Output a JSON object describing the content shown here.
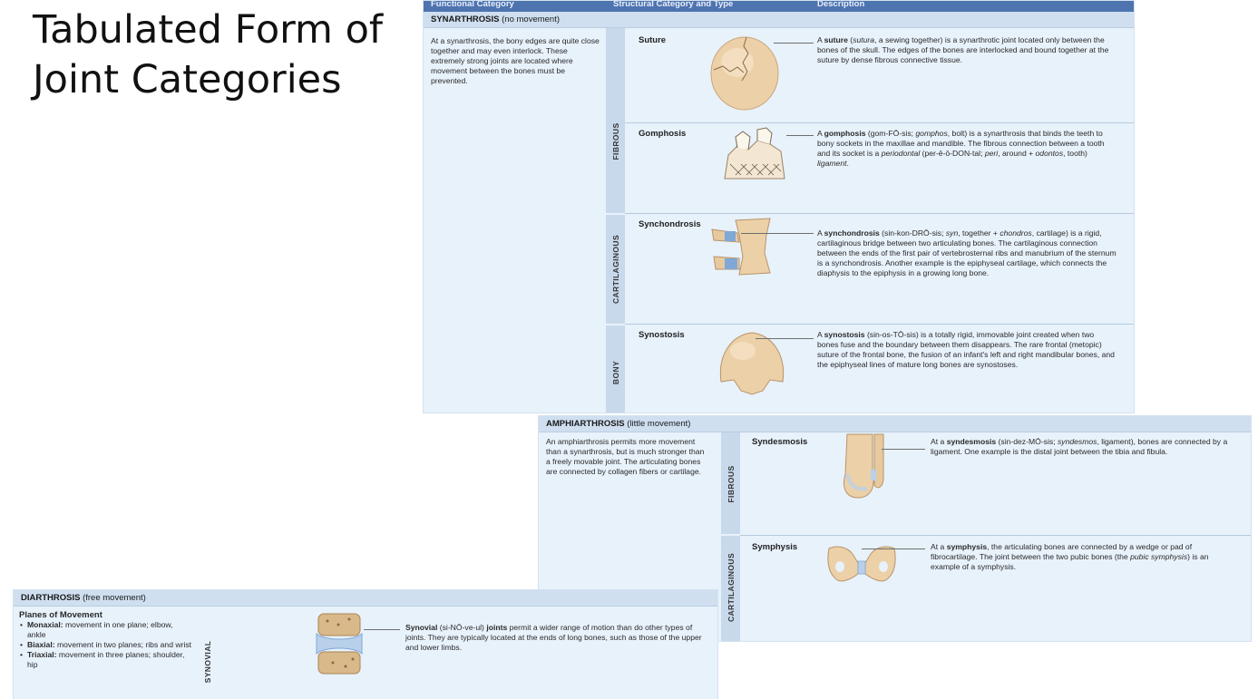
{
  "slide": {
    "title": "Tabulated Form of Joint Categories"
  },
  "table1": {
    "headers": {
      "functional": "Functional Category",
      "structural": "Structural Category and Type",
      "description": "Description"
    },
    "section_name": "SYNARTHROSIS",
    "section_note": "(no movement)",
    "summary": "At a synarthrosis, the bony edges are quite close together and may even interlock. These extremely strong joints are located where movement between the bones must be prevented.",
    "groups": {
      "fibrous": "FIBROUS",
      "cartilaginous": "CARTILAGINOUS",
      "bony": "BONY"
    },
    "rows": {
      "suture": {
        "name": "Suture",
        "d1": "A ",
        "term": "suture",
        "d2": " (",
        "etym": "sutura",
        "d3": ", a sewing together) is a synarthrotic joint located only between the bones of the skull. The edges of the bones are interlocked and bound together at the suture by dense fibrous connective tissue."
      },
      "gomphosis": {
        "name": "Gomphosis",
        "d1": "A ",
        "term": "gomphosis",
        "d2": " (gom-FŌ-sis; ",
        "etym": "gomphos",
        "d3": ", bolt) is a synarthrosis that binds the teeth to bony sockets in the maxillae and mandible. The fibrous connection between a tooth and its socket is a ",
        "term2": "periodontal",
        "d4": " (per-ē-ō-DON-tal; ",
        "etym2": "peri",
        "d5": ", around + ",
        "etym3": "odontos",
        "d6": ", tooth) ",
        "term3": "ligament",
        "d7": "."
      },
      "synchondrosis": {
        "name": "Synchondrosis",
        "d1": "A ",
        "term": "synchondrosis",
        "d2": " (sin-kon-DRŌ-sis; ",
        "etym": "syn",
        "d3": ", together + ",
        "etym2": "chondros",
        "d4": ", cartilage) is a rigid, cartilaginous bridge between two articulating bones. The cartilaginous connection between the ends of the first pair of vertebrosternal ribs and manubrium of the sternum is a synchondrosis. Another example is the epiphyseal cartilage, which connects the diaphysis to the epiphysis in a growing long bone."
      },
      "synostosis": {
        "name": "Synostosis",
        "d1": "A ",
        "term": "synostosis",
        "d2": " (sin-os-TŌ-sis) is a totally rigid, immovable joint created when two bones fuse and the boundary between them disappears. The rare frontal (metopic) suture of the frontal bone, the fusion of an infant's left and right mandibular bones, and the epiphyseal lines of mature long bones are synostoses."
      }
    }
  },
  "table2": {
    "section_name": "AMPHIARTHROSIS",
    "section_note": "(little movement)",
    "summary": "An amphiarthrosis permits more movement than a synarthrosis, but is much stronger than a freely movable joint. The articulating bones are connected by collagen fibers or cartilage.",
    "groups": {
      "fibrous": "FIBROUS",
      "cartilaginous": "CARTILAGINOUS"
    },
    "rows": {
      "syndesmosis": {
        "name": "Syndesmosis",
        "d1": "At a ",
        "term": "syndesmosis",
        "d2": " (sin-dez-MŌ-sis; ",
        "etym": "syndesmos",
        "d3": ", ligament), bones are connected by a ligament. One example is the distal joint between the tibia and fibula."
      },
      "symphysis": {
        "name": "Symphysis",
        "d1": "At a ",
        "term": "symphysis",
        "d2": ", the articulating bones are connected by a wedge or pad of fibrocartilage. The joint between the two pubic bones (the ",
        "etym": "pubic symphysis",
        "d3": ") is an example of a symphysis."
      }
    }
  },
  "table3": {
    "section_name": "DIARTHROSIS",
    "section_note": "(free movement)",
    "planes_title": "Planes of Movement",
    "planes": [
      {
        "term": "Monaxial:",
        "text": " movement in one plane; elbow, ankle"
      },
      {
        "term": "Biaxial:",
        "text": " movement in two planes; ribs and wrist"
      },
      {
        "term": "Triaxial:",
        "text": " movement in three planes; shoulder, hip"
      }
    ],
    "group": "SYNOVIAL",
    "synovial": {
      "term": "Synovial",
      "d1": " (si-NŌ-ve-ul) ",
      "term2": "joints",
      "d2": " permit a wider range of motion than do other types of joints. They are typically located at the ends of long bones, such as those of the upper and lower limbs."
    }
  },
  "colors": {
    "header": "#4e74b0",
    "panel": "#e8f2fb",
    "section_bar": "#cfdff0",
    "group_column": "#c9d9ec",
    "bone": "#e9c9a0",
    "cartilage": "#7fa8d6"
  }
}
